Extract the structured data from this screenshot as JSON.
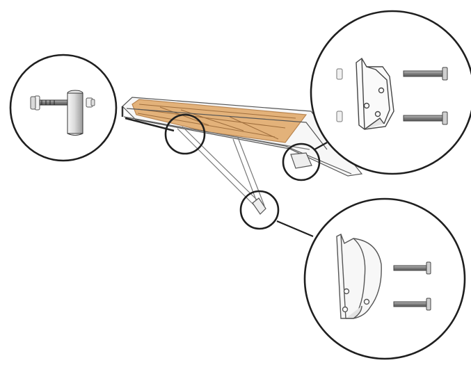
{
  "figure": {
    "kind": "hardware assembly diagram",
    "colors": {
      "background": "#ffffff",
      "line": "#2a2a2a",
      "wood": "#e3b27a",
      "wood_grain": "#b98550",
      "metal_light": "#e9e9e9",
      "metal_dark": "#8f8f8f"
    },
    "parts": [
      {
        "id": "bench",
        "icon": "bench-frame-with-wood-slats"
      },
      {
        "id": "callout-left",
        "icon": "post-and-bolt-detail"
      },
      {
        "id": "callout-top-right",
        "icon": "angle-bracket-with-screws-detail"
      },
      {
        "id": "callout-bottom-right",
        "icon": "curved-bracket-with-screws-detail"
      }
    ]
  }
}
